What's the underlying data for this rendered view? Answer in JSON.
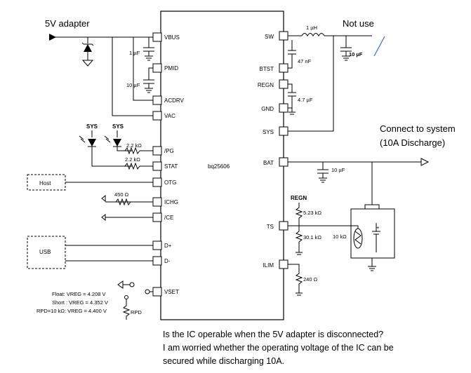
{
  "ic": {
    "part": "bq25606",
    "pins_left": [
      "VBUS",
      "PMID",
      "ACDRV",
      "VAC",
      "/PG",
      "STAT",
      "OTG",
      "ICHG",
      "/CE",
      "D+",
      "D-",
      "VSET"
    ],
    "pins_right": [
      "SW",
      "BTST",
      "REGN",
      "GND",
      "SYS",
      "BAT",
      "TS",
      "ILIM"
    ]
  },
  "labels": {
    "adapter": "5V adapter",
    "not_use": "Not use",
    "connect_line1": "Connect to system",
    "connect_line2": "(10A Discharge)",
    "host": "Host",
    "usb": "USB",
    "sys1": "SYS",
    "sys2": "SYS",
    "regn": "REGN"
  },
  "components": {
    "c_vbus": "1 µF",
    "c_pmid": "10 µF",
    "r_pg": "2.2 kΩ",
    "r_stat": "2.2 kΩ",
    "r_ichg": "450 Ω",
    "l_sw": "1 µH",
    "c_sw": "10 µF",
    "c_btst": "47 nF",
    "c_regn": "4.7 µF",
    "c_bat": "10 µF",
    "r_ts_top": "5.23 kΩ",
    "r_ts_bot": "30.1 kΩ",
    "ntc": "10 kΩ",
    "r_ilim": "240 Ω",
    "rpd": "RPD"
  },
  "vset": {
    "float": "Float: VREG = 4.208 V",
    "short": "Short : VREG = 4.352 V",
    "rpd": "RPD=10 kΩ: VREG = 4.400 V"
  },
  "question": {
    "line1": "Is the IC operable when the 5V adapter is disconnected?",
    "line2": "I am worried whether the operating voltage of the IC can be",
    "line3": "secured while discharging 10A."
  }
}
